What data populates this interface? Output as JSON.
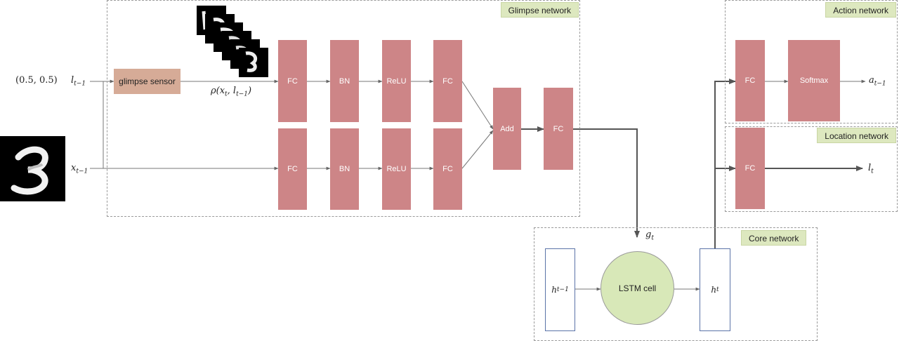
{
  "regions": {
    "glimpse": "Glimpse network",
    "action": "Action network",
    "location": "Location network",
    "core": "Core network"
  },
  "inputs": {
    "coord": "(0.5, 0.5)",
    "loc_prev": {
      "base": "l",
      "sub": "t−1"
    },
    "img_prev": {
      "base": "x",
      "sub": "t−1"
    }
  },
  "glimpse_sensor": "glimpse sensor",
  "glimpse_label": {
    "pre": "ρ(x",
    "s1": "t",
    "mid": ", l",
    "s2": "t−1",
    "post": ")"
  },
  "top_row": [
    "FC",
    "BN",
    "ReLU",
    "FC"
  ],
  "bottom_row": [
    "FC",
    "BN",
    "ReLU",
    "FC"
  ],
  "add": "Add",
  "fc_out": "FC",
  "g_label": {
    "base": "g",
    "sub": "t"
  },
  "core": {
    "h_prev": {
      "base": "h",
      "sub": "t−1"
    },
    "lstm": "LSTM cell",
    "h_t": {
      "base": "h",
      "sub": "t"
    }
  },
  "action": {
    "fc": "FC",
    "softmax": "Softmax",
    "out": {
      "base": "a",
      "sub": "t−1"
    }
  },
  "location": {
    "fc": "FC",
    "out": {
      "base": "l",
      "sub": "t"
    }
  }
}
